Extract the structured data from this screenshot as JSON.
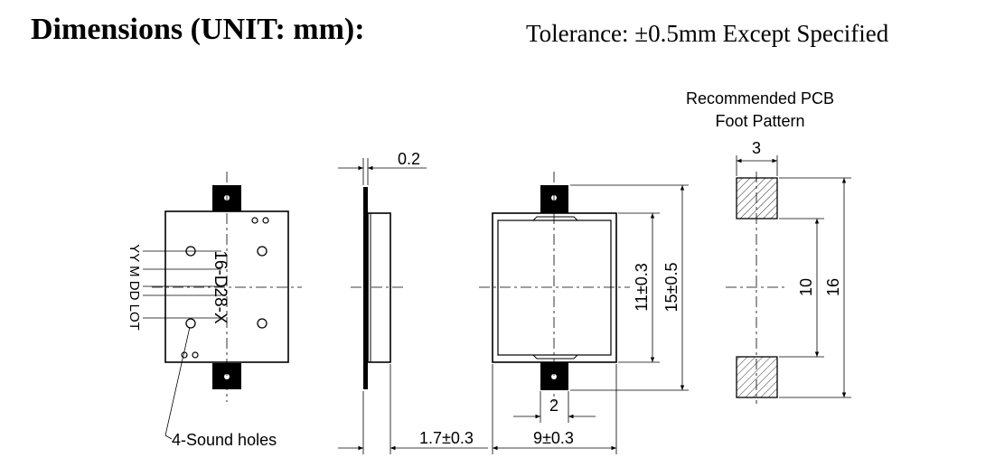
{
  "header": {
    "title": "Dimensions (UNIT: mm):",
    "tolerance": "Tolerance:  ±0.5mm Except Specified"
  },
  "front_view": {
    "marking_text": "16-D28-X",
    "marking_legend": "YY M DD LOT",
    "sound_holes_label": "4-Sound holes"
  },
  "side_view": {
    "thickness_label": "0.2",
    "depth_label": "1.7±0.3"
  },
  "rear_view": {
    "width_label": "9±0.3",
    "inner_height_label": "11±0.3",
    "outer_height_label": "15±0.5",
    "terminal_width_label": "2"
  },
  "pcb_pattern": {
    "title_line1": "Recommended PCB",
    "title_line2": "Foot Pattern",
    "pad_width_label": "3",
    "inner_span_label": "10",
    "outer_span_label": "16"
  }
}
